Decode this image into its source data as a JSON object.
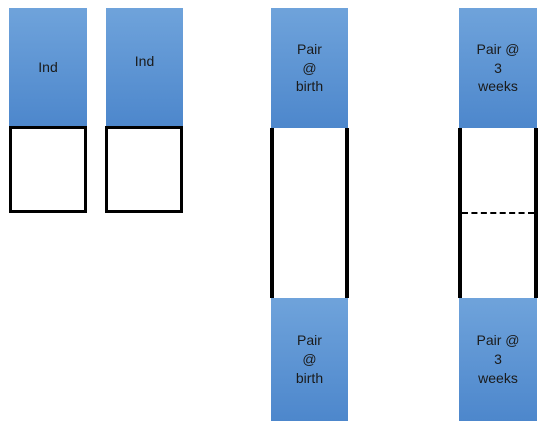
{
  "labels": {
    "ind_1": "Ind",
    "ind_2": "Ind",
    "pair_birth_top": "Pair\n@\nbirth",
    "pair_birth_bottom": "Pair\n@\nbirth",
    "pair_3weeks_top": "Pair @\n3\nweeks",
    "pair_3weeks_bottom": "Pair @\n3\nweeks"
  },
  "colors": {
    "label_fill": "#5b95d6",
    "pen_border": "#000000"
  }
}
